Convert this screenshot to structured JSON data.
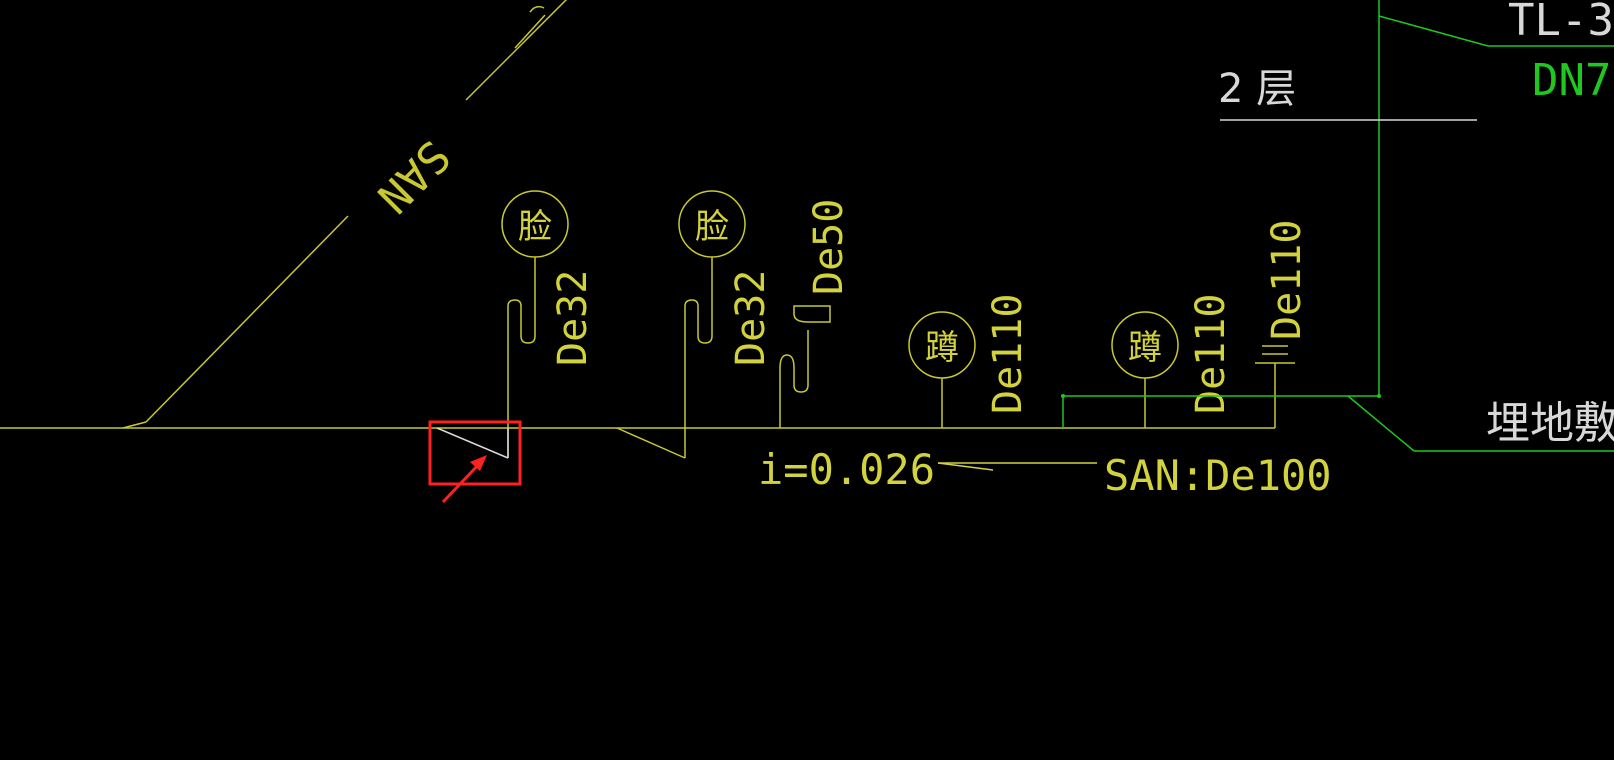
{
  "colors": {
    "background": "#000000",
    "pipe_yellow": "#c8c832",
    "text_yellow": "#d2d23c",
    "green": "#1ec81e",
    "white": "#d8d8d8",
    "highlight_red": "#ff2020"
  },
  "labels": {
    "diagonal_riser": "SAN",
    "top_partial": "S",
    "basin_symbol_1": "脸",
    "basin_size_1": "De32",
    "basin_symbol_2": "脸",
    "basin_size_2": "De32",
    "floor_drain_size": "De50",
    "squat_symbol_1": "蹲",
    "squat_size_1": "De110",
    "squat_symbol_2": "蹲",
    "squat_size_2": "De110",
    "cleanout_size": "De110",
    "slope": "i=0.026",
    "main_pipe": "SAN:De100",
    "floor_level": "2 层",
    "riser_id": "TL-3",
    "riser_size": "DN7",
    "buried_note": "埋地敷设"
  },
  "annotation": {
    "highlight": "red-box-with-arrow",
    "icon": "arrow-icon"
  }
}
